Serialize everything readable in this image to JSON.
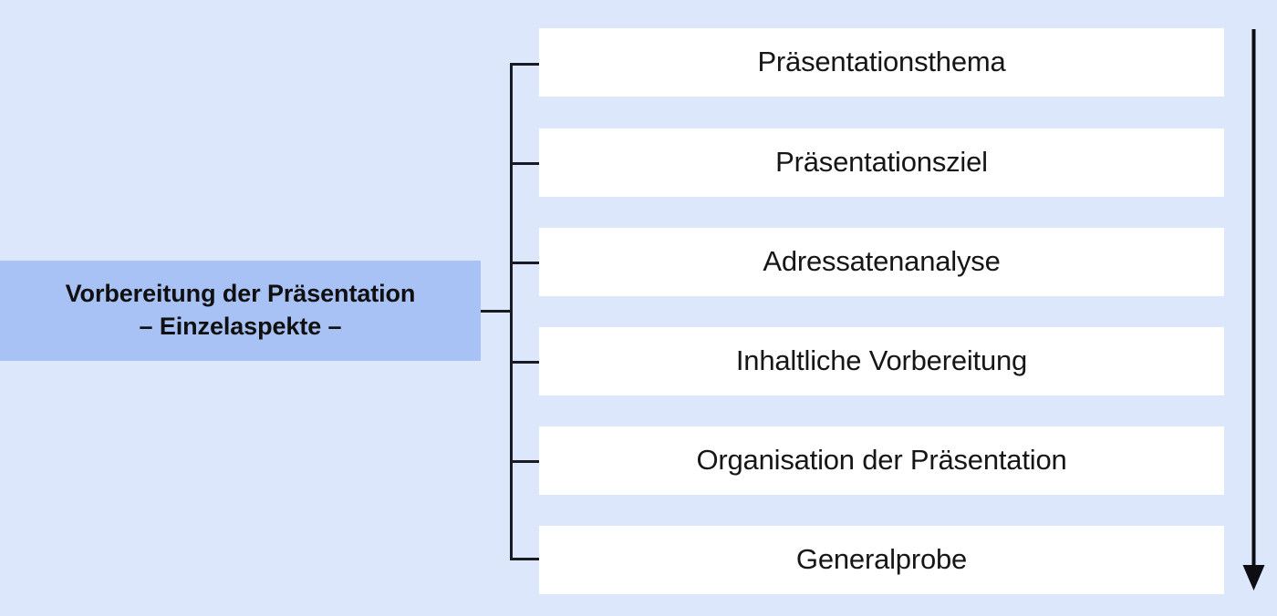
{
  "diagram": {
    "title": "Vorbereitung der Präsentation – Einzelaspekte –",
    "type": "bracket-tree",
    "background_color": "#dde7fb",
    "root": {
      "line1": "Vorbereitung der Präsentation",
      "line2": "– Einzelaspekte –",
      "fill_color": "#a8c2f5",
      "text_color": "#101010"
    },
    "branches": [
      {
        "label": "Präsentationsthema"
      },
      {
        "label": "Präsentationsziel"
      },
      {
        "label": "Adressatenanalyse"
      },
      {
        "label": "Inhaltliche Vorbereitung"
      },
      {
        "label": "Organisation der Präsentation"
      },
      {
        "label": "Generalprobe"
      }
    ],
    "leaf_fill_color": "#ffffff",
    "leaf_text_color": "#161616",
    "connector": {
      "name": "bracket-connector",
      "color": "#1a1a24"
    },
    "flow_arrow": {
      "name": "sequence-arrow",
      "direction": "down",
      "color": "#0d0d14"
    }
  }
}
